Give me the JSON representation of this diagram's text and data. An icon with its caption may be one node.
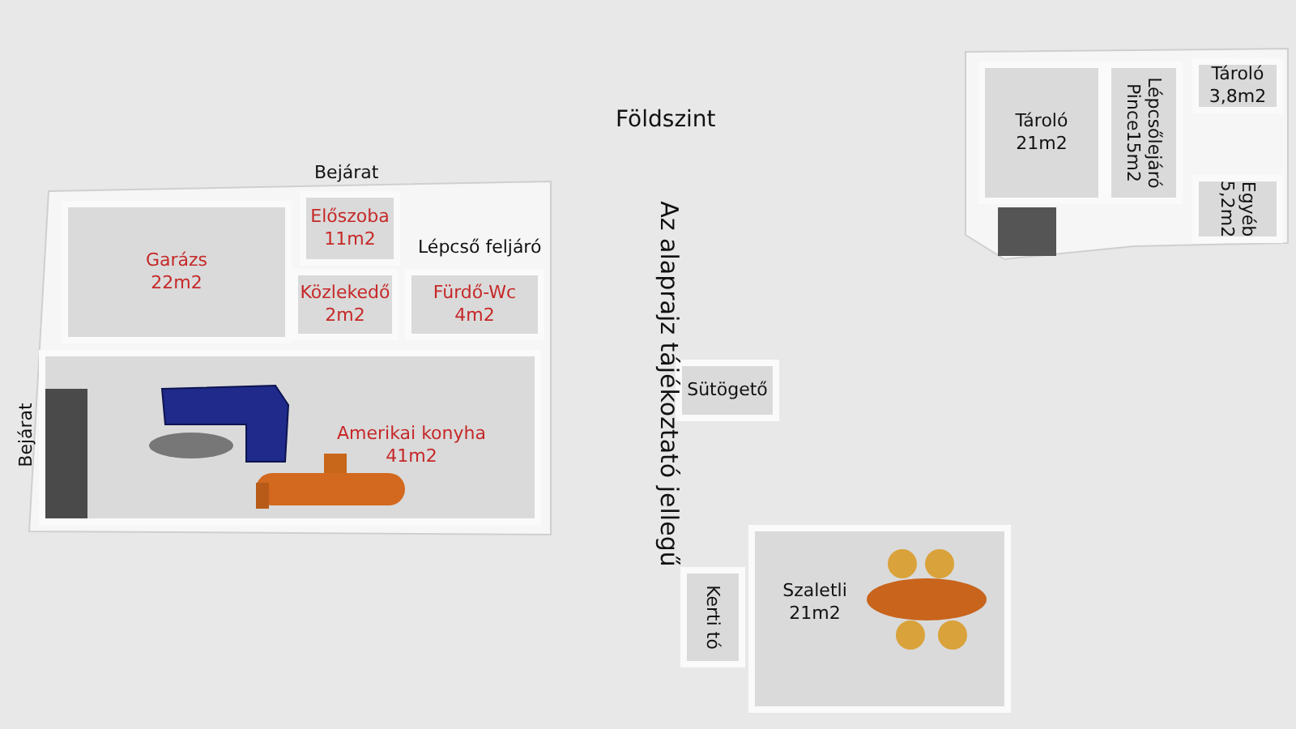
{
  "diagram": {
    "title": "Földszint",
    "nodes": [
      {
        "text": [
          "Garázs",
          "22m2"
        ]
      },
      {
        "text": [
          "Előszoba",
          "11m2"
        ]
      },
      {
        "text": [
          "Közlekedő",
          "2m2"
        ]
      },
      {
        "text": [
          "Fürdő-Wc",
          "4m2"
        ]
      },
      {
        "text": [
          "Amerikai konyha",
          "41m2"
        ]
      },
      {
        "text": [
          "Tároló",
          "21m2"
        ]
      },
      {
        "text": [
          "Lépcsőlejáró",
          "Pince15m2"
        ]
      },
      {
        "text": [
          "Tároló",
          "3,8m2"
        ]
      },
      {
        "text": [
          "Egyéb",
          "5,2m2"
        ]
      },
      {
        "text": [
          "Sütögető"
        ]
      },
      {
        "text": [
          "Szaletli",
          "21m2"
        ]
      },
      {
        "text": [
          "Kerti tó"
        ]
      }
    ],
    "labels": [
      "Bejárat",
      "Lépcső feljáró",
      "Bejárat",
      "Az alaprajz tájékoztató jellegű"
    ]
  }
}
